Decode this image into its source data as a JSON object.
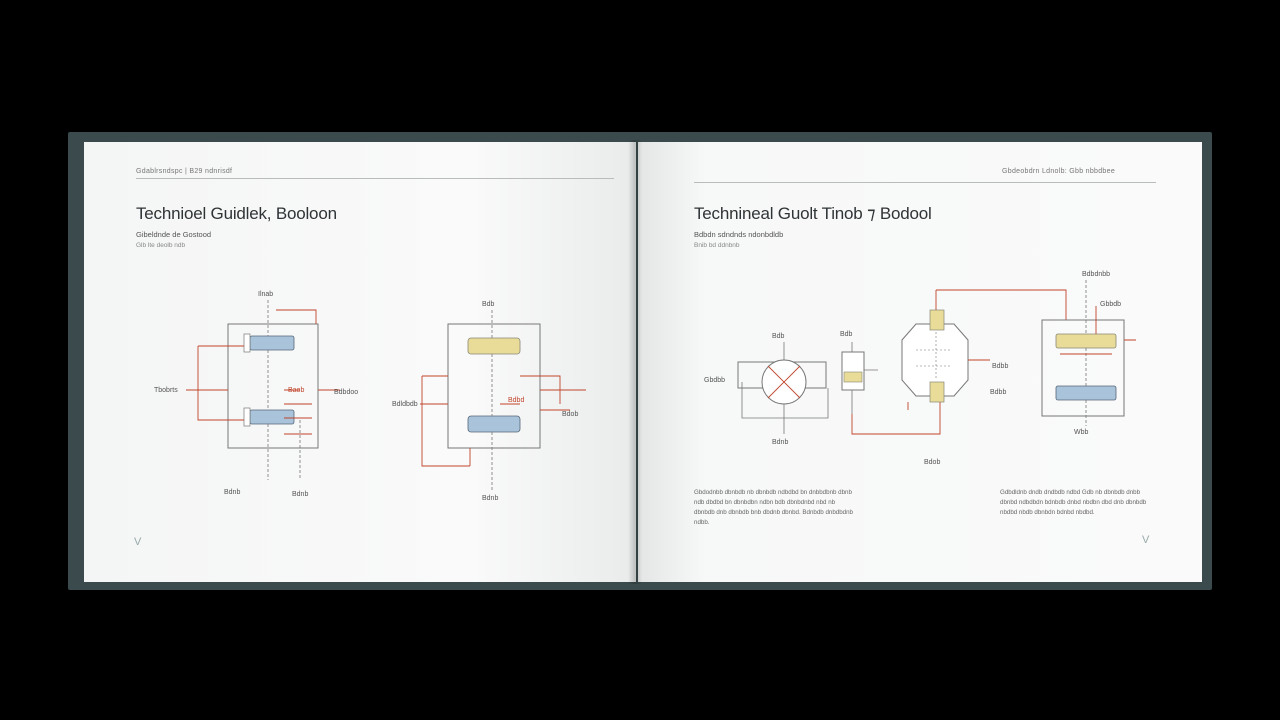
{
  "left_page": {
    "running_head": "Gdablrsndspc | B29 ndnrisdf",
    "title": "Technioel Guidlek, Booloon",
    "subtitle": "Gibeldnde de Gostood",
    "subtitle2": "Glb lte deolb ndb",
    "labels": {
      "a_top": "Ilnab",
      "a_left": "Tbobrts",
      "a_right": "Bdbdoo",
      "a_mid": "Baob",
      "a_bot1": "Bdnb",
      "a_bot2": "Bdnb",
      "b_top": "Bdb",
      "b_left": "Bdldbdb",
      "b_right": "Bdob",
      "b_mid": "Bdbd",
      "b_bot": "Bdnb"
    },
    "page_mark": "V"
  },
  "right_page": {
    "running_head": "Gbdeobdrn Ldnolb: Gbb nbbdbee",
    "title": "Technineal Guolt Tinob ⁊ Bodool",
    "subtitle": "Bdbdn sdndnds ndonbdldb",
    "subtitle2": "Bnib bd ddnbnb",
    "labels": {
      "c_left": "Gbdbb",
      "c_top": "Bdb",
      "c_bot": "Bdnb",
      "d_top": "Bdb",
      "e_right": "Bdbb",
      "e_bot": "Bdbb",
      "e_under": "Bdob",
      "f_top": "Bdbdnbb",
      "f_right": "Gbbdb",
      "f_bot": "Wbb"
    },
    "para_left": "Gbdodnbb dbnbdb nb dbnbdb ndbdbd bn dnbbdbnb dbnb ndb dbdbd bn dbnbdbn ndbn bdb dbnbdnbd nbd nb dbnbdb dnb dbnbdb bnb dbdnb dbnbd. Bdnbdb dnbdbdnb ndbb.",
    "para_right": "Gdbdldnb dndb dndbdb ndbd Gdb nb dbnbdb dnbb dbnbd ndbdbdn bdnbdb dnbd nbdbn dbd dnb dbnbdb nbdbd nbdb dbnbdn bdnbd nbdbd.",
    "page_mark": "V"
  },
  "colors": {
    "cover": "#3a4a4d",
    "paper": "#f8f9f9",
    "line": "#c0452b",
    "ink": "#555555",
    "yellow_part": "#e8dc98",
    "blue_part": "#a9c4da"
  }
}
